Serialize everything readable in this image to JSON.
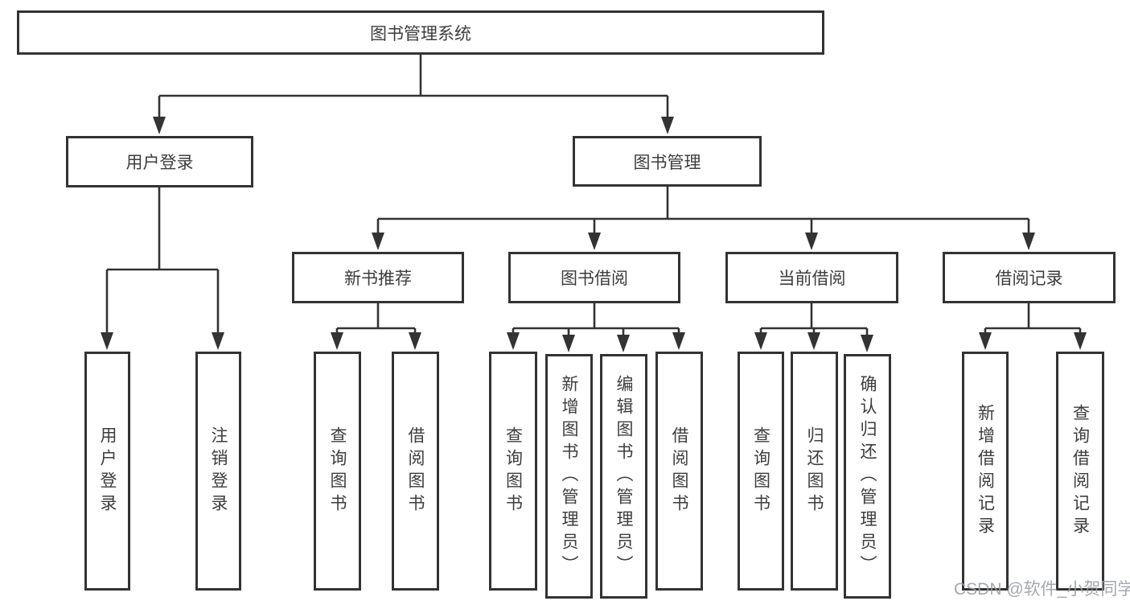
{
  "colors": {
    "line": "#333333",
    "box_border": "#333333",
    "text": "#3d3d3d",
    "background": "#ffffff",
    "watermark": "#9ba0a6"
  },
  "watermark": "CSDN @软件_小贺同学",
  "tree": {
    "label": "图书管理系统",
    "children": [
      {
        "label": "用户登录",
        "children": [
          {
            "label": "用户登录"
          },
          {
            "label": "注销登录"
          }
        ]
      },
      {
        "label": "图书管理",
        "children": [
          {
            "label": "新书推荐",
            "children": [
              {
                "label": "查询图书"
              },
              {
                "label": "借阅图书"
              }
            ]
          },
          {
            "label": "图书借阅",
            "children": [
              {
                "label": "查询图书"
              },
              {
                "label": "新增图书（管理员）"
              },
              {
                "label": "编辑图书（管理员）"
              },
              {
                "label": "借阅图书"
              }
            ]
          },
          {
            "label": "当前借阅",
            "children": [
              {
                "label": "查询图书"
              },
              {
                "label": "归还图书"
              },
              {
                "label": "确认归还（管理员）"
              }
            ]
          },
          {
            "label": "借阅记录",
            "children": [
              {
                "label": "新增借阅记录"
              },
              {
                "label": "查询借阅记录"
              }
            ]
          }
        ]
      }
    ]
  }
}
